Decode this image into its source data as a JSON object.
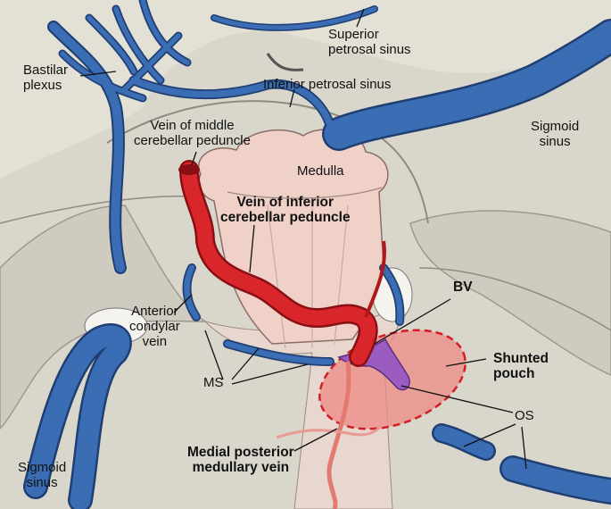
{
  "labels": {
    "basilar_plexus": [
      "Bastilar",
      "plexus"
    ],
    "superior_petrosal_sinus": [
      "Superior",
      "petrosal sinus"
    ],
    "inferior_petrosal_sinus": "Inferior petrosal sinus",
    "vein_middle_cerebellar": [
      "Vein of middle",
      "cerebellar peduncle"
    ],
    "sigmoid_sinus_right": [
      "Sigmoid",
      "sinus"
    ],
    "medulla": "Medulla",
    "vein_inferior_cerebellar": [
      "Vein of inferior",
      "cerebellar peduncle"
    ],
    "bv": "BV",
    "anterior_condylar_vein": [
      "Anterior",
      "condylar",
      "vein"
    ],
    "ms": "MS",
    "shunted_pouch": [
      "Shunted",
      "pouch"
    ],
    "os": "OS",
    "sigmoid_sinus_left": [
      "Sigmoid",
      "sinus"
    ],
    "medial_posterior_vein": [
      "Medial posterior",
      "medullary vein"
    ]
  },
  "colors": {
    "bone": "#d9d6cc",
    "bone_shadow": "#b9b5aa",
    "vein_blue": "#3b6db4",
    "vein_blue_dark": "#1f3f73",
    "artery_red": "#d9262a",
    "medulla_pink": "#f0d0c8",
    "pouch_red": "#ee8a86",
    "bv_purple": "#9a5cc0"
  }
}
